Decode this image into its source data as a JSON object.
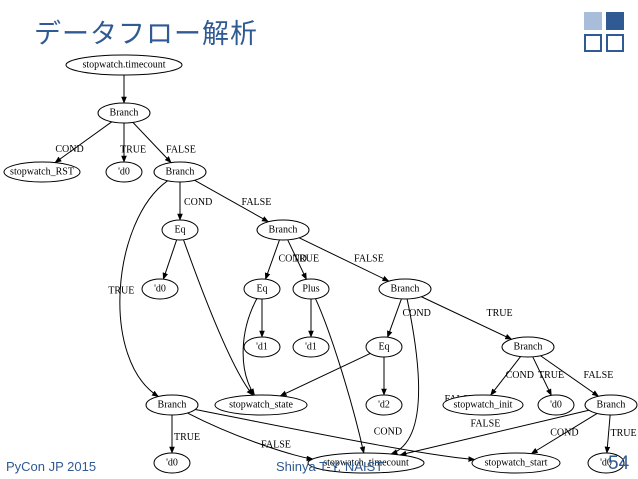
{
  "header": {
    "title": "データフロー解析"
  },
  "footer": {
    "event": "PyCon JP 2015",
    "author": "Shinya T-Y, NAIST",
    "page_number": "54"
  },
  "diagram": {
    "nodes": [
      {
        "id": "n_top",
        "label": "stopwatch.timecount"
      },
      {
        "id": "n_b1",
        "label": "Branch"
      },
      {
        "id": "n_rst",
        "label": "stopwatch_RST"
      },
      {
        "id": "n_d0a",
        "label": "'d0"
      },
      {
        "id": "n_b2",
        "label": "Branch"
      },
      {
        "id": "n_eq1",
        "label": "Eq"
      },
      {
        "id": "n_b3",
        "label": "Branch"
      },
      {
        "id": "n_d0b",
        "label": "'d0"
      },
      {
        "id": "n_eq2",
        "label": "Eq"
      },
      {
        "id": "n_plus",
        "label": "Plus"
      },
      {
        "id": "n_b4",
        "label": "Branch"
      },
      {
        "id": "n_d1a",
        "label": "'d1"
      },
      {
        "id": "n_d1b",
        "label": "'d1"
      },
      {
        "id": "n_eq3",
        "label": "Eq"
      },
      {
        "id": "n_b5",
        "label": "Branch"
      },
      {
        "id": "n_b6",
        "label": "Branch"
      },
      {
        "id": "n_state",
        "label": "stopwatch_state"
      },
      {
        "id": "n_d2",
        "label": "'d2"
      },
      {
        "id": "n_init",
        "label": "stopwatch_init"
      },
      {
        "id": "n_d0c",
        "label": "'d0"
      },
      {
        "id": "n_b7",
        "label": "Branch"
      },
      {
        "id": "n_d0d",
        "label": "'d0"
      },
      {
        "id": "n_tc",
        "label": "stopwatch_timecount"
      },
      {
        "id": "n_start",
        "label": "stopwatch_start"
      },
      {
        "id": "n_d0e",
        "label": "'d0"
      }
    ],
    "edges": [
      {
        "from": "n_top",
        "to": "n_b1",
        "label": ""
      },
      {
        "from": "n_b1",
        "to": "n_rst",
        "label": "COND"
      },
      {
        "from": "n_b1",
        "to": "n_d0a",
        "label": "TRUE"
      },
      {
        "from": "n_b1",
        "to": "n_b2",
        "label": "FALSE"
      },
      {
        "from": "n_b2",
        "to": "n_eq1",
        "label": "COND"
      },
      {
        "from": "n_b2",
        "to": "n_b3",
        "label": "FALSE"
      },
      {
        "from": "n_b2",
        "to": "n_b6",
        "label": "TRUE"
      },
      {
        "from": "n_eq1",
        "to": "n_d0b",
        "label": ""
      },
      {
        "from": "n_eq1",
        "to": "n_state",
        "label": ""
      },
      {
        "from": "n_b3",
        "to": "n_eq2",
        "label": "COND"
      },
      {
        "from": "n_b3",
        "to": "n_plus",
        "label": "TRUE"
      },
      {
        "from": "n_b3",
        "to": "n_b4",
        "label": "FALSE"
      },
      {
        "from": "n_eq2",
        "to": "n_d1a",
        "label": ""
      },
      {
        "from": "n_eq2",
        "to": "n_state",
        "label": ""
      },
      {
        "from": "n_plus",
        "to": "n_d1b",
        "label": ""
      },
      {
        "from": "n_plus",
        "to": "n_tc",
        "label": ""
      },
      {
        "from": "n_b4",
        "to": "n_eq3",
        "label": "COND"
      },
      {
        "from": "n_b4",
        "to": "n_b5",
        "label": "TRUE"
      },
      {
        "from": "n_b4",
        "to": "n_tc",
        "label": "FALSE"
      },
      {
        "from": "n_eq3",
        "to": "n_state",
        "label": ""
      },
      {
        "from": "n_eq3",
        "to": "n_d2",
        "label": ""
      },
      {
        "from": "n_b5",
        "to": "n_init",
        "label": "COND"
      },
      {
        "from": "n_b5",
        "to": "n_d0c",
        "label": "TRUE"
      },
      {
        "from": "n_b5",
        "to": "n_b7",
        "label": "FALSE"
      },
      {
        "from": "n_b6",
        "to": "n_d0d",
        "label": "TRUE"
      },
      {
        "from": "n_b6",
        "to": "n_tc",
        "label": "FALSE"
      },
      {
        "from": "n_b6",
        "to": "n_start",
        "label": "COND"
      },
      {
        "from": "n_b7",
        "to": "n_tc",
        "label": "FALSE"
      },
      {
        "from": "n_b7",
        "to": "n_start",
        "label": "COND"
      },
      {
        "from": "n_b7",
        "to": "n_d0e",
        "label": "TRUE"
      }
    ]
  }
}
